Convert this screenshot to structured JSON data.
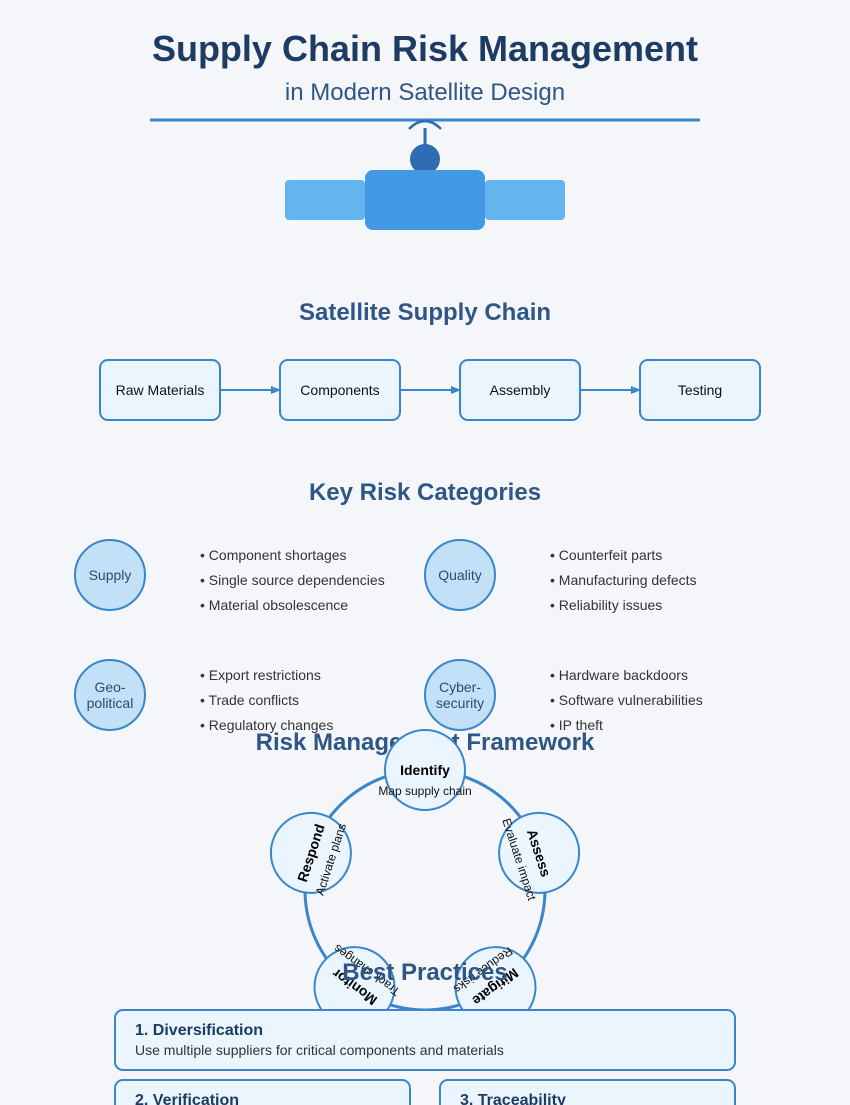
{
  "header": {
    "title": "Supply Chain Risk Management",
    "subtitle": "in Modern Satellite Design"
  },
  "colors": {
    "title": "#1d3b63",
    "section": "#2f5685",
    "accent": "#3a86cc",
    "box_fill": "#eaf5fd",
    "circle_fill": "#c3e1f6",
    "panel": "#64b5ee",
    "body": "#4298e2",
    "antenna": "#2f6cb3"
  },
  "supply_chain": {
    "title": "Satellite Supply Chain",
    "steps": [
      "Raw Materials",
      "Components",
      "Assembly",
      "Testing"
    ]
  },
  "risks": {
    "title": "Key Risk Categories",
    "categories": [
      {
        "label": [
          "Supply"
        ],
        "items": [
          "• Component shortages",
          "• Single source dependencies",
          "• Material obsolescence"
        ]
      },
      {
        "label": [
          "Quality"
        ],
        "items": [
          "• Counterfeit parts",
          "• Manufacturing defects",
          "• Reliability issues"
        ]
      },
      {
        "label": [
          "Geo-",
          "political"
        ],
        "items": [
          "• Export restrictions",
          "• Trade conflicts",
          "• Regulatory changes"
        ]
      },
      {
        "label": [
          "Cyber-",
          "security"
        ],
        "items": [
          "• Hardware backdoors",
          "• Software vulnerabilities",
          "• IP theft"
        ]
      }
    ]
  },
  "framework": {
    "title": "Risk Management Framework",
    "stages": [
      {
        "name": "Identify",
        "desc": "Map supply chain"
      },
      {
        "name": "Assess",
        "desc": "Evaluate impact"
      },
      {
        "name": "Mitigate",
        "desc": "Reduce risks"
      },
      {
        "name": "Monitor",
        "desc": "Track changes"
      },
      {
        "name": "Respond",
        "desc": "Activate plans"
      }
    ]
  },
  "practices": {
    "title": "Best Practices",
    "items": [
      {
        "heading": "1. Diversification",
        "text": "Use multiple suppliers for critical components and materials"
      },
      {
        "heading": "2. Verification",
        "text": ""
      },
      {
        "heading": "3. Traceability",
        "text": ""
      }
    ]
  }
}
